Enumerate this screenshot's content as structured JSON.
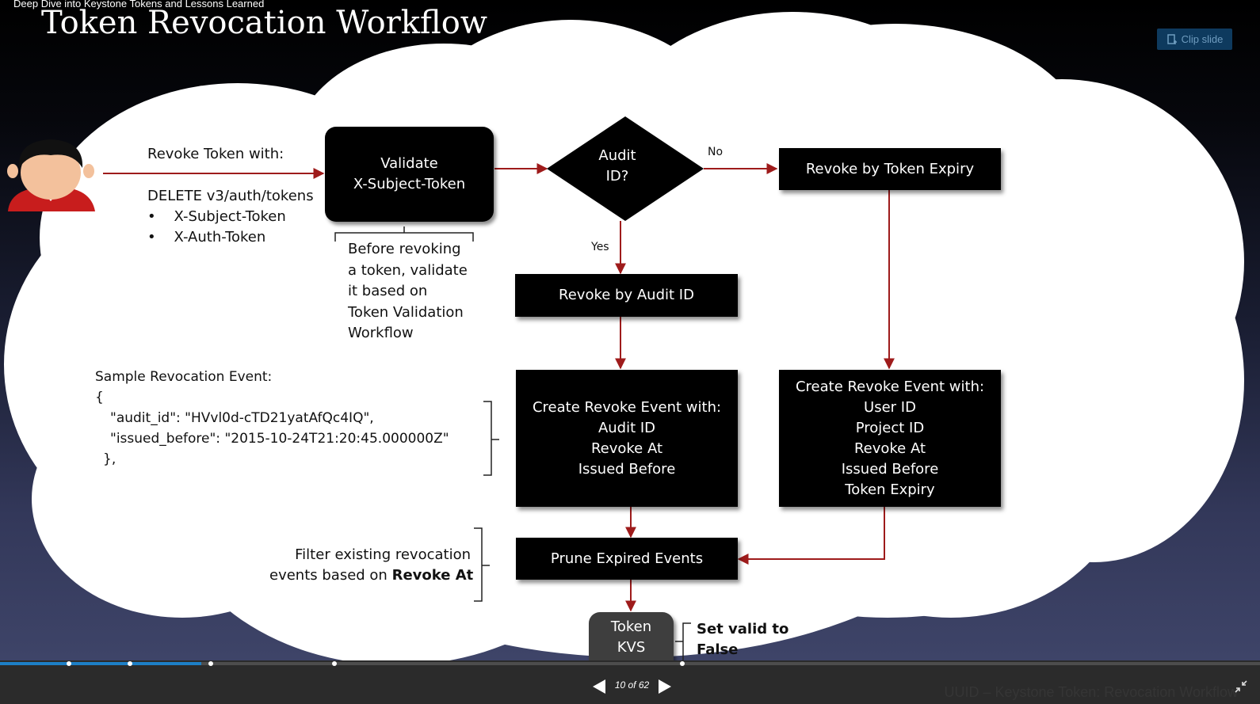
{
  "deck_title": "Deep Dive into Keystone Tokens and Lessons Learned",
  "slide_title": "Token Revocation Workflow",
  "clip_slide_label": "Clip slide",
  "user_icon": "user-avatar-icon",
  "left_text": {
    "revoke_heading": "Revoke Token with:",
    "delete_line": "DELETE v3/auth/tokens",
    "bullets": [
      "X-Subject-Token",
      "X-Auth-Token"
    ]
  },
  "nodes": {
    "validate": [
      "Validate",
      "X-Subject-Token"
    ],
    "audit_decision": [
      "Audit",
      "ID?"
    ],
    "revoke_expiry": "Revoke by Token Expiry",
    "revoke_audit": "Revoke by Audit ID",
    "create_audit": [
      "Create Revoke Event with:",
      "Audit ID",
      "Revoke At",
      "Issued Before"
    ],
    "create_expiry": [
      "Create Revoke Event with:",
      "User ID",
      "Project ID",
      "Revoke At",
      "Issued Before",
      "Token Expiry"
    ],
    "prune": "Prune Expired Events",
    "token_kvs": [
      "Token",
      "KVS"
    ]
  },
  "edge_labels": {
    "no": "No",
    "yes": "Yes"
  },
  "notes": {
    "validate_note": [
      "Before revoking",
      "a token, validate",
      "it based on",
      "Token Validation",
      "Workflow"
    ],
    "sample_heading": "Sample Revocation Event:",
    "sample_lines": [
      "{",
      "\"audit_id\": \"HVvl0d-cTD21yatAfQc4IQ\",",
      "\"issued_before\": \"2015-10-24T21:20:45.000000Z\"",
      "},"
    ],
    "filter_line1": "Filter existing revocation",
    "filter_line2_prefix": "events based on ",
    "filter_line2_bold": "Revoke At",
    "set_valid": [
      "Set valid to",
      "False"
    ]
  },
  "player": {
    "page_counter": "10 of 62",
    "footer_title": "UUID – Keystone Token: Revocation Workflow",
    "progress_fraction": 0.16,
    "prev_icon": "prev-arrow-icon",
    "next_icon": "next-arrow-icon",
    "fullscreen_icon": "exit-fullscreen-icon"
  },
  "colors": {
    "arrow": "#9e1b1b",
    "accent": "#1d7fc6"
  }
}
